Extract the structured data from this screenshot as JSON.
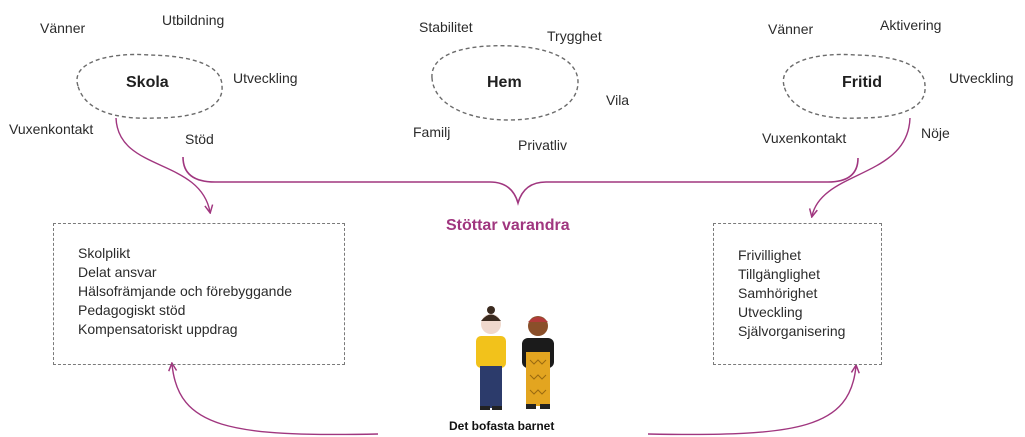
{
  "colors": {
    "accent": "#a0367f",
    "dash": "#6b6b6b",
    "text": "#2b2b2b"
  },
  "school": {
    "title": "Skola",
    "words": [
      "Vänner",
      "Utbildning",
      "Utveckling",
      "Vuxenkontakt",
      "Stöd"
    ],
    "box_items": [
      "Skolplikt",
      "Delat ansvar",
      "Hälsofrämjande och förebyggande",
      "Pedagogiskt stöd",
      "Kompensatoriskt uppdrag"
    ]
  },
  "home": {
    "title": "Hem",
    "words": [
      "Stabilitet",
      "Trygghet",
      "Vila",
      "Familj",
      "Privatliv"
    ]
  },
  "leisure": {
    "title": "Fritid",
    "words": [
      "Vänner",
      "Aktivering",
      "Utveckling",
      "Vuxenkontakt",
      "Nöje"
    ],
    "box_items": [
      "Frivillighet",
      "Tillgänglighet",
      "Samhörighet",
      "Utveckling",
      "Självorganisering"
    ]
  },
  "center_label": "Stöttar varandra",
  "child_label": "Det bofasta barnet"
}
